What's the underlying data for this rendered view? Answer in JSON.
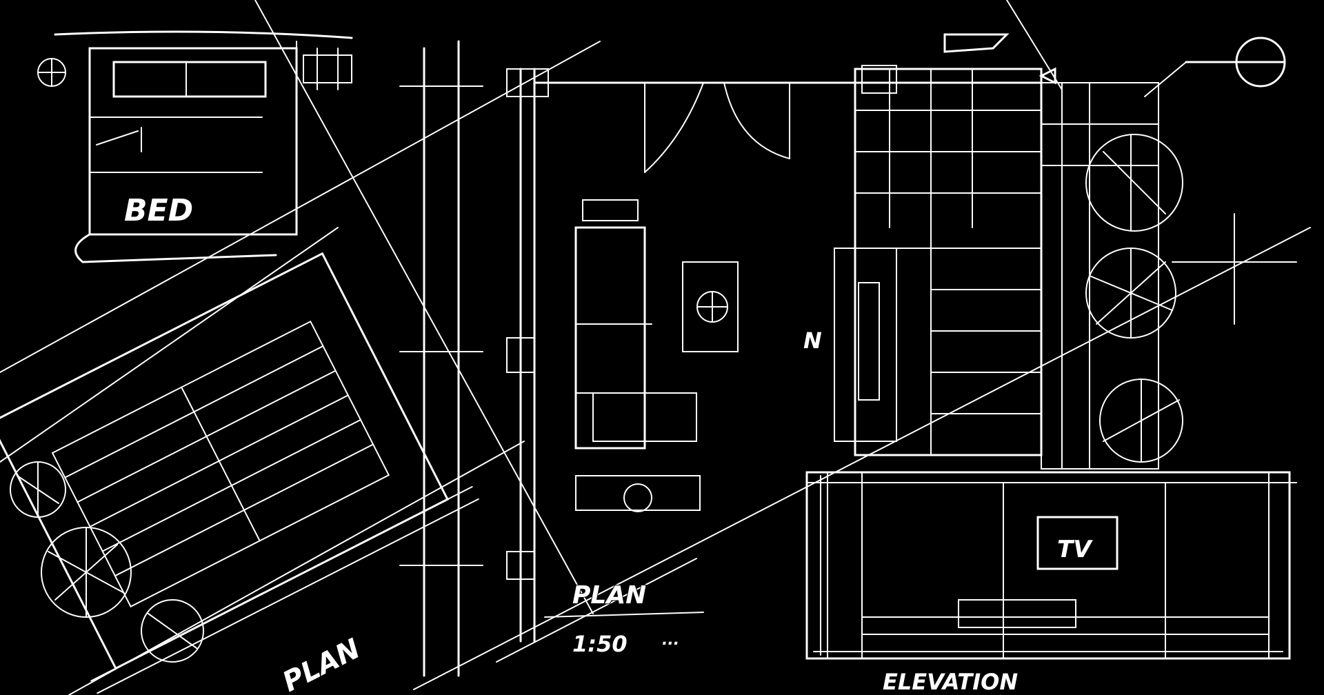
{
  "sketch": {
    "background": "#000000",
    "stroke_color": "#ffffff",
    "labels": {
      "bed": "BED",
      "plan_left": "PLAN",
      "plan_center": "PLAN",
      "scale": "1:50",
      "scale_suffix": "...",
      "tv": "TV",
      "elevation": "ELEVATION",
      "section_mark": "N"
    }
  }
}
